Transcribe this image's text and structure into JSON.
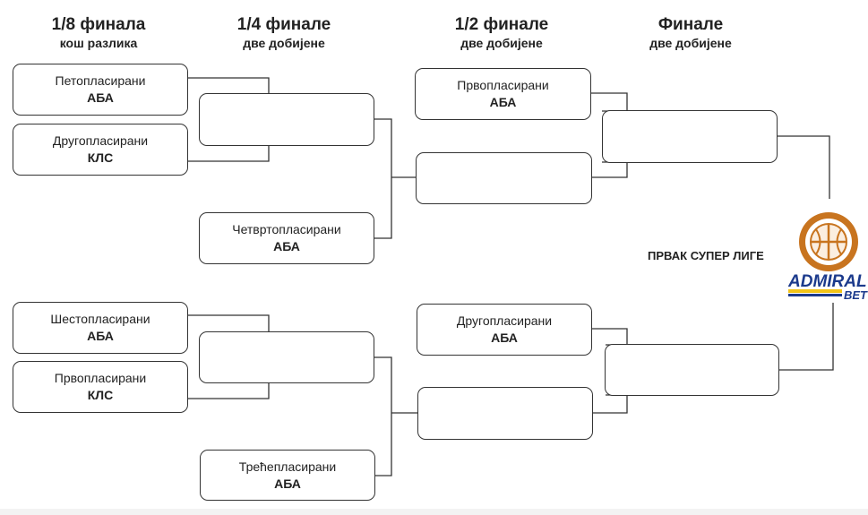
{
  "headers": [
    {
      "title": "1/8 финала",
      "subtitle": "кош разлика"
    },
    {
      "title": "1/4 финале",
      "subtitle": "две добијене"
    },
    {
      "title": "1/2 финале",
      "subtitle": "две добијене"
    },
    {
      "title": "Финале",
      "subtitle": "две добијене"
    }
  ],
  "slots": {
    "r16_1": {
      "place": "Петопласирани",
      "league": "АБА"
    },
    "r16_2": {
      "place": "Другопласирани",
      "league": "КЛС"
    },
    "r16_3": {
      "place": "Шестопласирани",
      "league": "АБА"
    },
    "r16_4": {
      "place": "Првопласирани",
      "league": "КЛС"
    },
    "qf_bye_top": {
      "place": "Четвртопласирани",
      "league": "АБА"
    },
    "qf_bye_bottom": {
      "place": "Трећепласирани",
      "league": "АБА"
    },
    "sf_top": {
      "place": "Првопласирани",
      "league": "АБА"
    },
    "sf_bottom": {
      "place": "Другопласирани",
      "league": "АБА"
    }
  },
  "champion_label": "ПРВАК СУПЕР ЛИГЕ",
  "logo": {
    "brand": "ADMIRAL",
    "brand_sub": "BET",
    "colors": {
      "emblem": "#c8741f",
      "brand": "#1b3a8c",
      "accent": "#f2c418"
    }
  }
}
